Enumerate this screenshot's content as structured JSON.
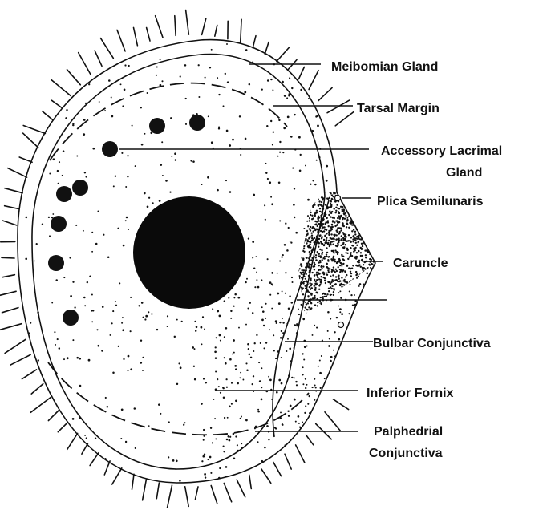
{
  "labels": {
    "meibomian_gland": "Meibomian Gland",
    "tarsal_margin": "Tarsal Margin",
    "accessory_lacrimal_1": "Accessory Lacrimal",
    "accessory_lacrimal_2": "Gland",
    "plica_semilunaris": "Plica Semilunaris",
    "caruncle": "Caruncle",
    "bulbar_conjunctiva": "Bulbar Conjunctiva",
    "inferior_fornix": "Inferior Fornix",
    "palphedrial_1": "Palphedrial",
    "palphedrial_2": "Conjunctiva"
  },
  "colors": {
    "ink": "#111111",
    "background": "#ffffff"
  }
}
